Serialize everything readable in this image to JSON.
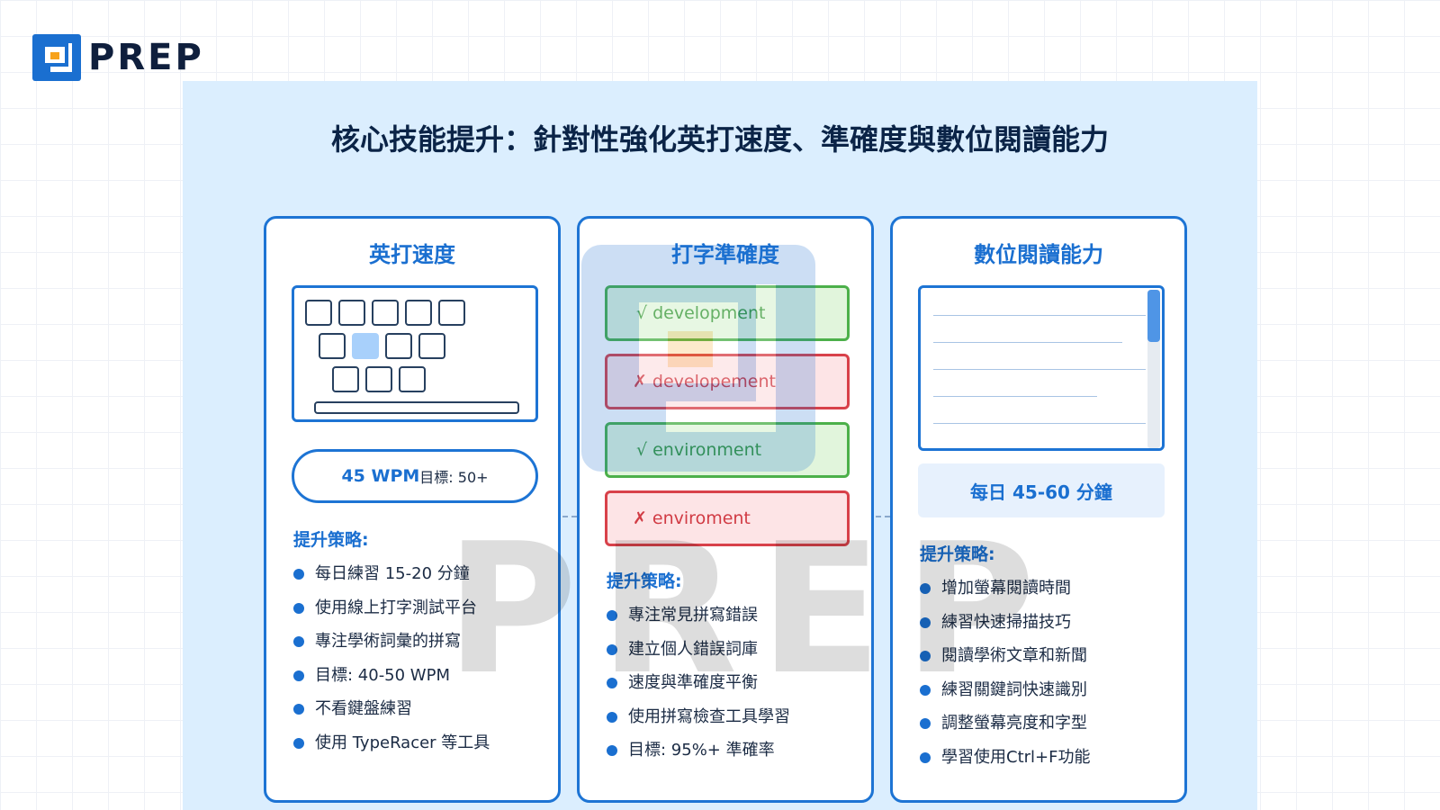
{
  "logo": {
    "text": "PREP",
    "icon": "prep-logo-icon"
  },
  "title": "核心技能提升：針對性強化英打速度、準確度與數位閱讀能力",
  "cards": [
    {
      "title": "英打速度",
      "wpm_value": "45 WPM",
      "wpm_target": "目標: 50+",
      "strategy_title": "提升策略:",
      "bullets": [
        "每日練習 15-20 分鐘",
        "使用線上打字測試平台",
        "專注學術詞彙的拼寫",
        "目標: 40-50 WPM",
        "不看鍵盤練習",
        "使用 TypeRacer 等工具"
      ]
    },
    {
      "title": "打字準確度",
      "words": [
        {
          "mark": "√",
          "text": "development",
          "status": "correct"
        },
        {
          "mark": "✗",
          "text": "developement",
          "status": "incorrect"
        },
        {
          "mark": "√",
          "text": "environment",
          "status": "correct"
        },
        {
          "mark": "✗",
          "text": "enviroment",
          "status": "incorrect"
        }
      ],
      "strategy_title": "提升策略:",
      "bullets": [
        "專注常見拼寫錯誤",
        "建立個人錯誤詞庫",
        "速度與準確度平衡",
        "使用拼寫檢查工具學習",
        "目標: 95%+ 準確率"
      ]
    },
    {
      "title": "數位閱讀能力",
      "time_label": "每日 45-60 分鐘",
      "strategy_title": "提升策略:",
      "bullets": [
        "增加螢幕閱讀時間",
        "練習快速掃描技巧",
        "閱讀學術文章和新聞",
        "練習關鍵詞快速識別",
        "調整螢幕亮度和字型",
        "學習使用Ctrl+F功能"
      ]
    }
  ],
  "watermark": {
    "text": "PREP"
  },
  "colors": {
    "accent": "#1a6fd0",
    "panel": "#dbeefe",
    "correct": "#4cb04a",
    "incorrect": "#d8414a",
    "logo_orange": "#f7a21b"
  }
}
